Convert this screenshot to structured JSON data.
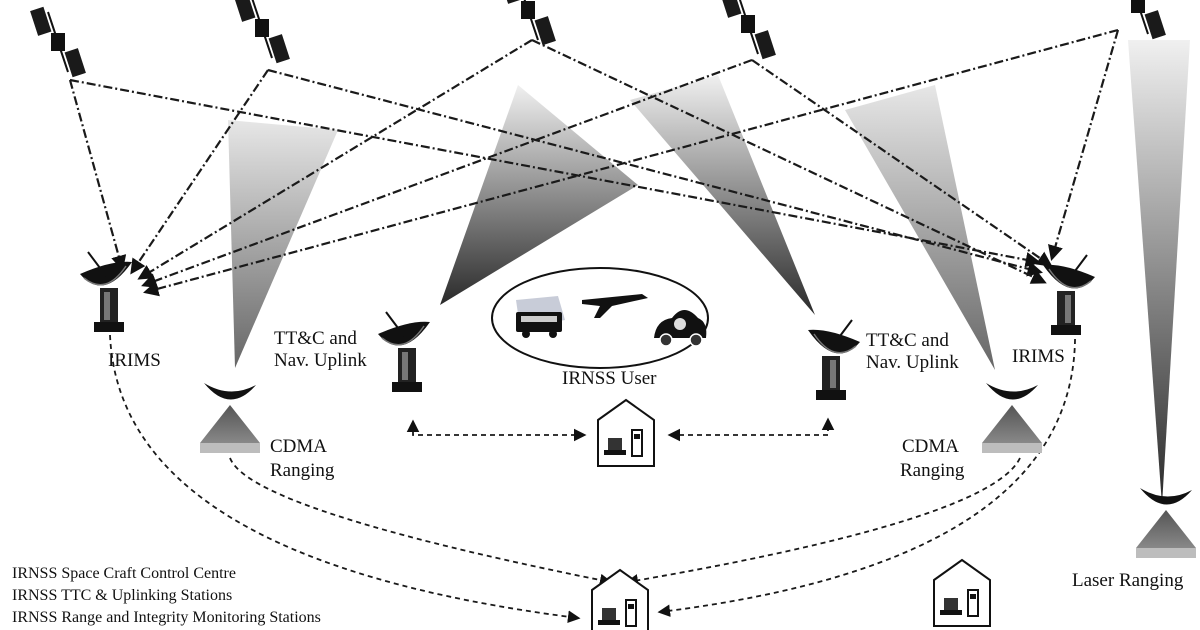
{
  "diagram": {
    "labels": {
      "irims_left": "IRIMS",
      "irims_right": "IRIMS",
      "ttc_left_line1": "TT&C and",
      "ttc_left_line2": "Nav. Uplink",
      "ttc_right_line1": "TT&C and",
      "ttc_right_line2": "Nav. Uplink",
      "user": "IRNSS User",
      "cdma_left_line1": "CDMA",
      "cdma_left_line2": "Ranging",
      "cdma_right_line1": "CDMA",
      "cdma_right_line2": "Ranging",
      "laser": "Laser Ranging"
    },
    "legend": [
      "IRNSS Space Craft Control Centre",
      "IRNSS TTC & Uplinking Stations",
      "IRNSS Range and Integrity Monitoring Stations"
    ],
    "icons": {
      "satellites": [
        "satellite-icon",
        "satellite-icon",
        "satellite-icon",
        "satellite-icon",
        "satellite-icon"
      ],
      "ground_dishes": [
        "dish-antenna-icon",
        "dish-antenna-icon",
        "dish-antenna-icon",
        "dish-antenna-icon"
      ],
      "ranging_stations": [
        "ranging-station-icon",
        "ranging-station-icon",
        "ranging-station-icon"
      ],
      "buildings": [
        "control-building-icon",
        "control-building-icon",
        "control-building-icon"
      ],
      "vehicles": [
        "bus-icon",
        "airplane-icon",
        "car-icon"
      ]
    },
    "colors": {
      "ink": "#1a1a1a",
      "beam_light": "#f2f2f2",
      "beam_dark": "#111111",
      "base_light": "#bdbdbd",
      "base_dark": "#6a6a6a"
    }
  }
}
